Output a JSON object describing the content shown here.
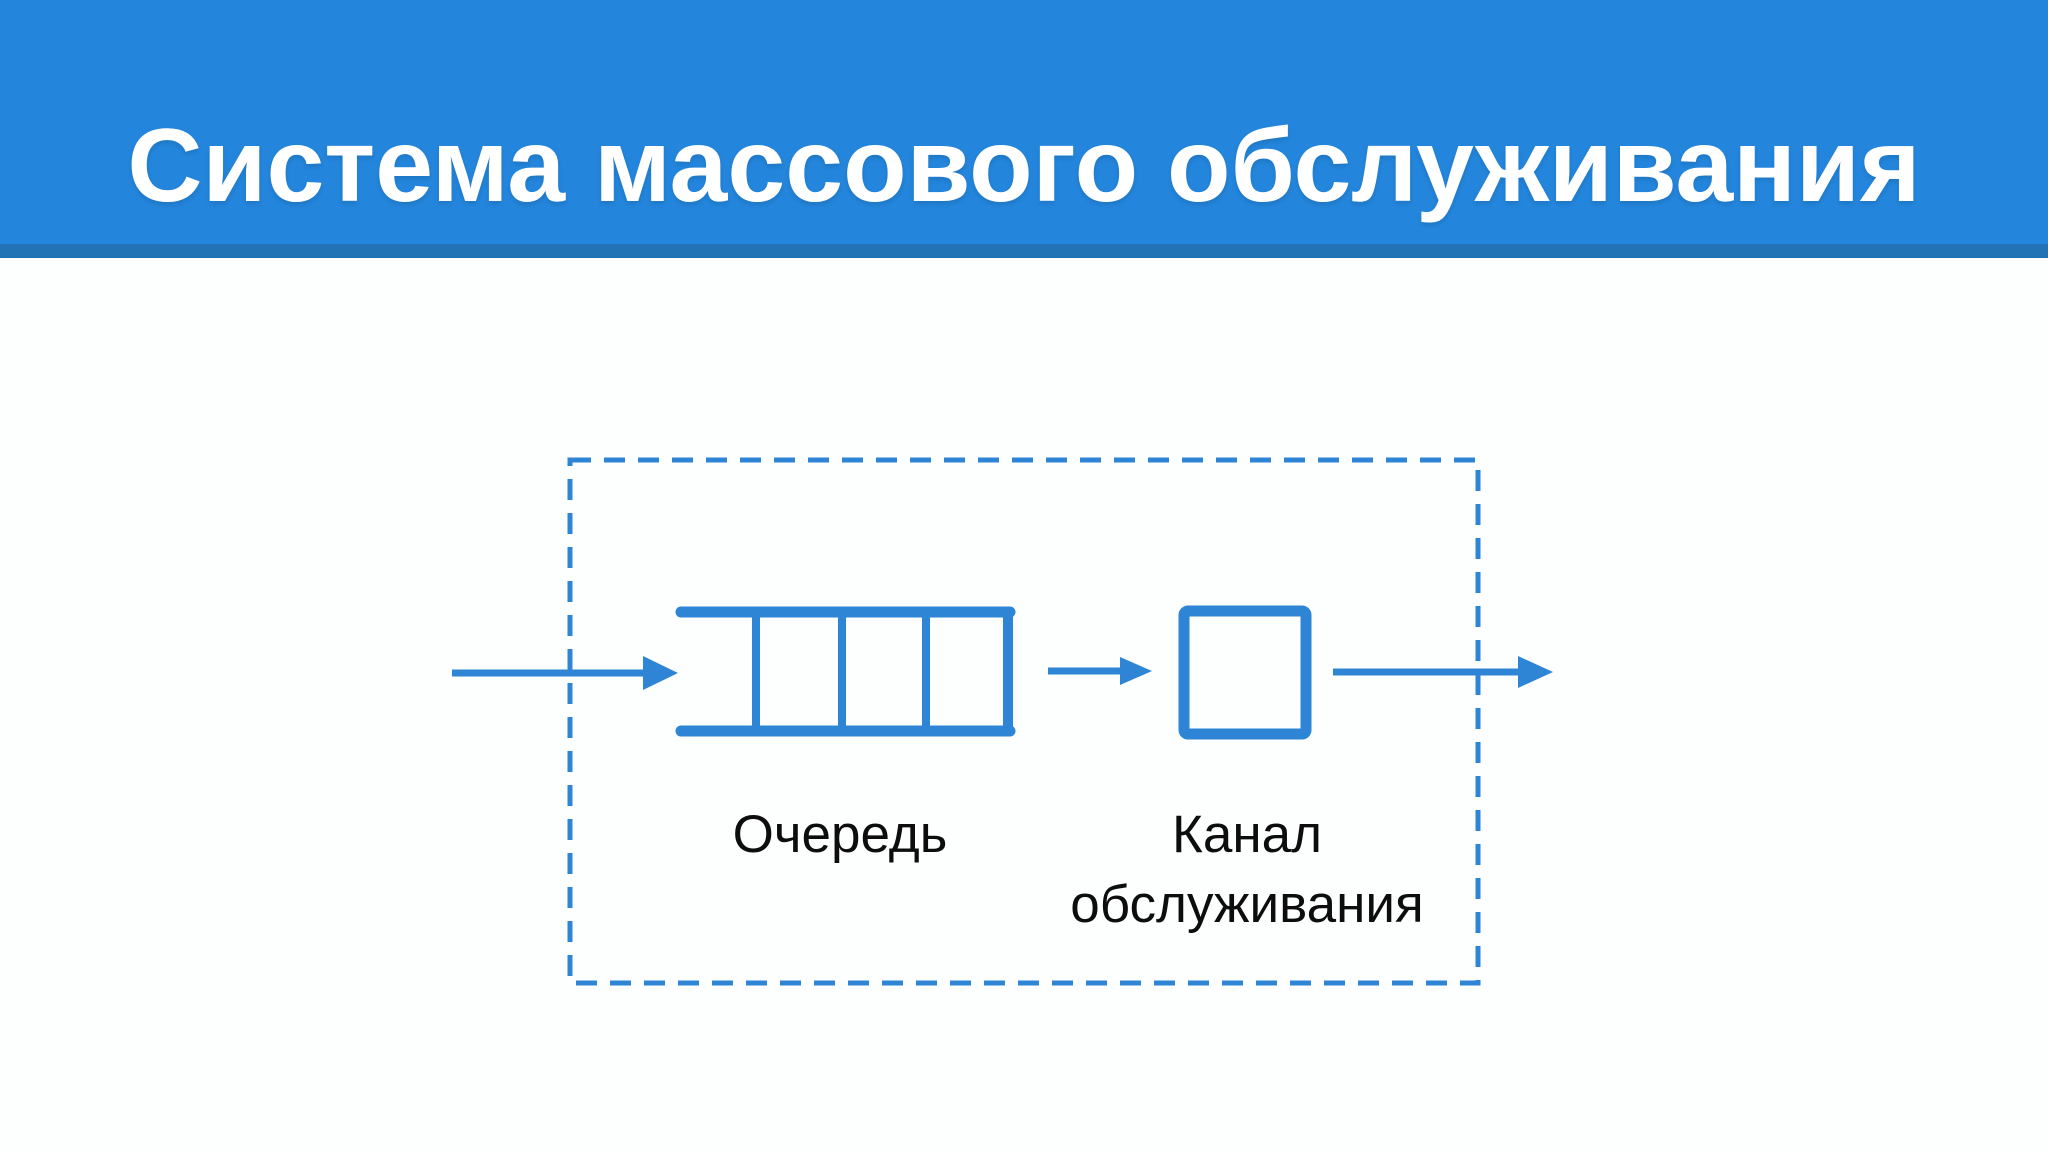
{
  "slide": {
    "title": "Система массового обслуживания"
  },
  "diagram": {
    "type": "queueing-system-schematic",
    "boundary": "dashed system boundary rectangle",
    "queue_label": "Очередь",
    "channel_label": "Канал обслуживания",
    "queue_closed_cells": 3,
    "flow": [
      "input-arrow",
      "queue",
      "transfer-arrow",
      "service-channel",
      "output-arrow"
    ]
  },
  "colors": {
    "header_bg": "#2385DB",
    "header_accent_strip": "#2273B6",
    "title_text": "#FFFFFF",
    "diagram_stroke": "#2E85D5",
    "label_text": "#0D0D0D",
    "background": "#FDFEFE"
  }
}
